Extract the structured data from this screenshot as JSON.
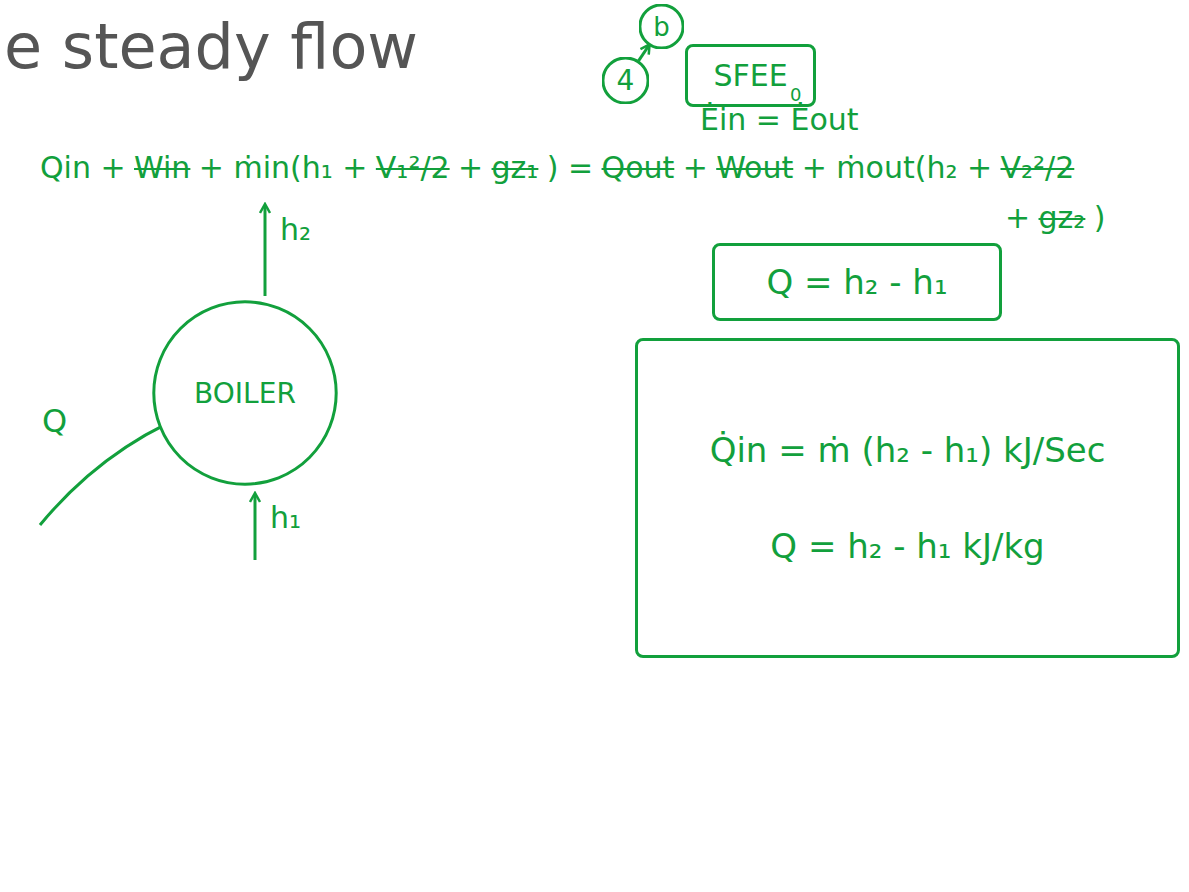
{
  "diagram": {
    "nodes": [
      {
        "text": [
          "b"
        ]
      },
      {
        "text": [
          "4"
        ]
      },
      {
        "text": [
          "SFEE"
        ]
      },
      {
        "text": [
          "BOILER"
        ]
      },
      {
        "text": [
          "Q = h₂ - h₁"
        ]
      },
      {
        "text": [
          "Q̇in = ṁ (h₂ - h₁) kJ/Sec",
          "Q = h₂ - h₁ kJ/kg"
        ]
      }
    ],
    "edges": [
      {
        "from": 1,
        "to": 0,
        "arrow": "to"
      }
    ],
    "labels": [
      "e steady flow",
      "Ėin = Ėout",
      "0",
      "Qin +",
      "Win",
      "+ ṁin(h₁ +",
      "V₁²/2",
      "+",
      "gz₁",
      ") =",
      "Qout",
      "+",
      "Wout",
      "+ ṁout(h₂ +",
      "V₂²/2",
      "+",
      "gz₂",
      ")",
      "h₂",
      "h₁",
      "Q"
    ]
  }
}
